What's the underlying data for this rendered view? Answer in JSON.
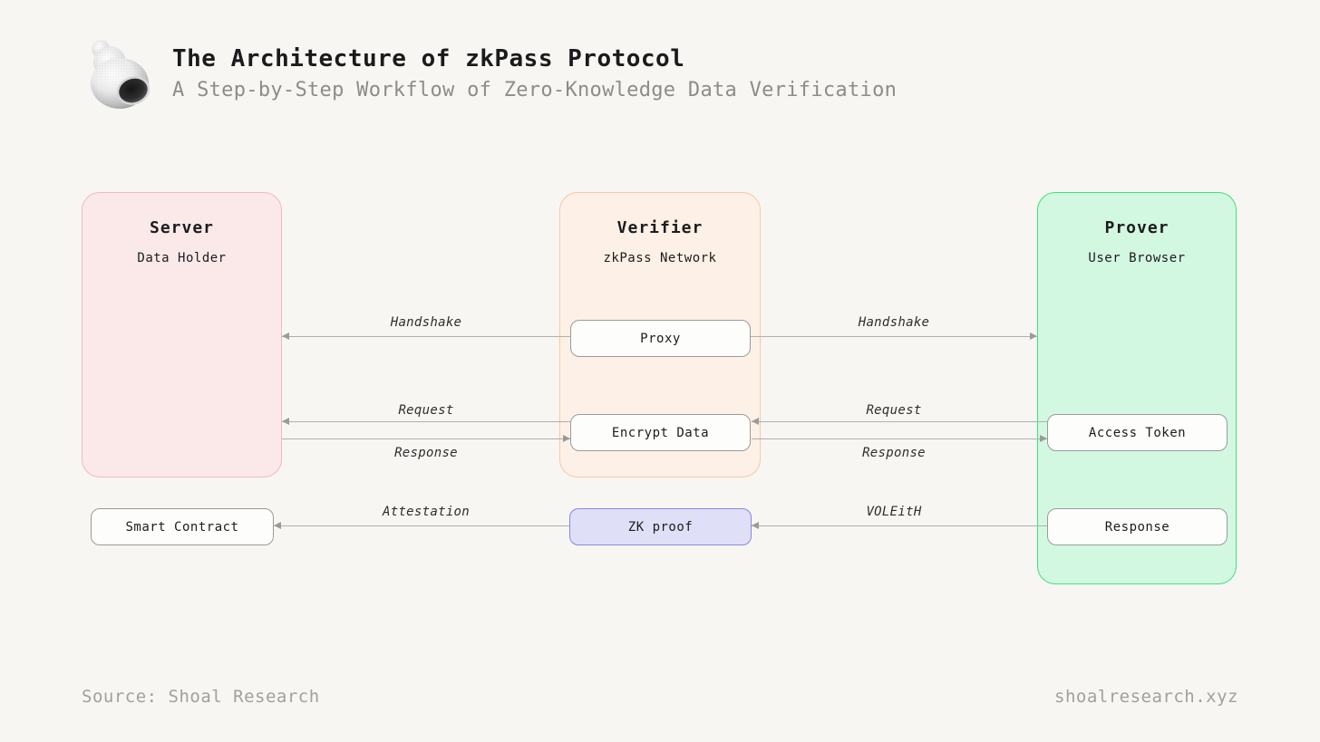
{
  "header": {
    "title": "The Architecture of zkPass Protocol",
    "subtitle": "A Step-by-Step Workflow of Zero-Knowledge Data Verification",
    "logo": "shell-logo"
  },
  "diagram": {
    "actors": [
      {
        "id": "server",
        "title": "Server",
        "subtitle": "Data Holder",
        "fill": "#fbe9ea",
        "border": "#f2b8bd"
      },
      {
        "id": "verifier",
        "title": "Verifier",
        "subtitle": "zkPass Network",
        "fill": "#fdf0e6",
        "border": "#f6c9a7"
      },
      {
        "id": "prover",
        "title": "Prover",
        "subtitle": "User Browser",
        "fill": "#d2f8e2",
        "border": "#42e07d"
      }
    ],
    "nodes": [
      {
        "id": "proxy",
        "label": "Proxy",
        "fill": "#fdfdfb",
        "border": "#9b9b9b"
      },
      {
        "id": "encrypt-data",
        "label": "Encrypt Data",
        "fill": "#fdfdfb",
        "border": "#9b9b9b"
      },
      {
        "id": "access-token",
        "label": "Access Token",
        "fill": "#fdfdfb",
        "border": "#9b9b9b"
      },
      {
        "id": "response",
        "label": "Response",
        "fill": "#fdfdfb",
        "border": "#9b9b9b"
      },
      {
        "id": "smart-contract",
        "label": "Smart Contract",
        "fill": "#fdfdfb",
        "border": "#9b9b9b"
      },
      {
        "id": "zk-proof",
        "label": "ZK proof",
        "fill": "#dfe0f8",
        "border": "#8587e3"
      }
    ],
    "edges": [
      {
        "id": "handshake-to-server",
        "label": "Handshake",
        "from": "proxy",
        "to": "server",
        "direction": "left"
      },
      {
        "id": "handshake-to-prover",
        "label": "Handshake",
        "from": "proxy",
        "to": "prover",
        "direction": "right"
      },
      {
        "id": "request-to-server",
        "label": "Request",
        "from": "encrypt-data",
        "to": "server",
        "direction": "left"
      },
      {
        "id": "response-to-verifier",
        "label": "Response",
        "from": "server",
        "to": "encrypt-data",
        "direction": "right"
      },
      {
        "id": "request-to-verifier",
        "label": "Request",
        "from": "access-token",
        "to": "encrypt-data",
        "direction": "left"
      },
      {
        "id": "response-to-prover",
        "label": "Response",
        "from": "encrypt-data",
        "to": "access-token",
        "direction": "right"
      },
      {
        "id": "attestation",
        "label": "Attestation",
        "from": "zk-proof",
        "to": "smart-contract",
        "direction": "left"
      },
      {
        "id": "voleith",
        "label": "VOLEitH",
        "from": "response",
        "to": "zk-proof",
        "direction": "left"
      }
    ]
  },
  "footer": {
    "source": "Source: Shoal Research",
    "website": "shoalresearch.xyz"
  },
  "colors": {
    "background": "#f7f6f3",
    "arrow": "#9a9a9a",
    "subtitle_text": "#8d8c89",
    "footer_text": "#a2a09b"
  }
}
